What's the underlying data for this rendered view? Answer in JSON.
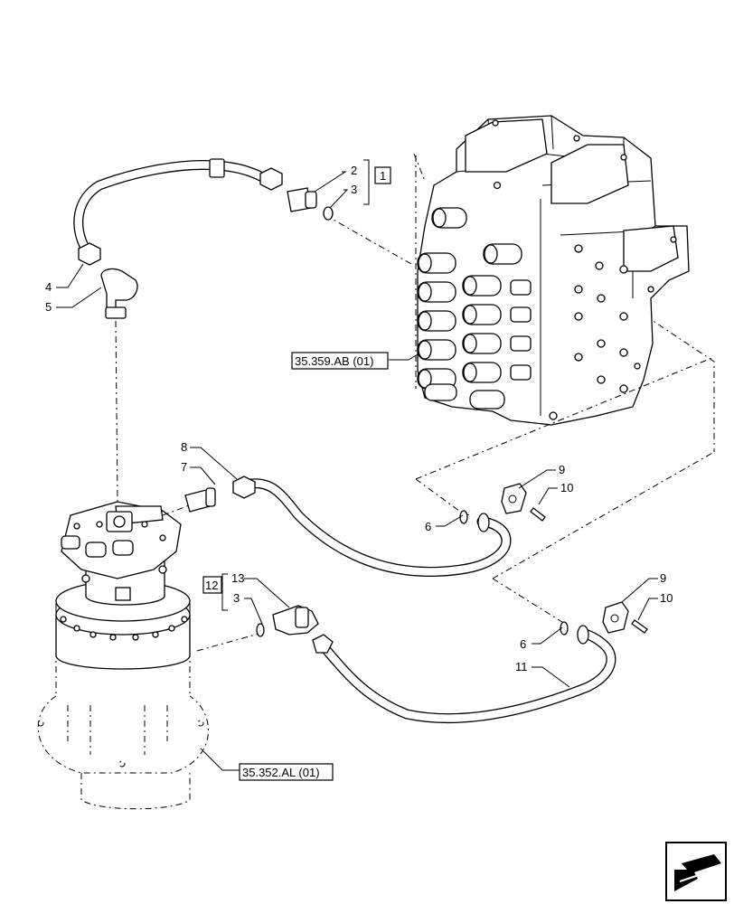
{
  "callouts": {
    "c1": "1",
    "c2": "2",
    "c3a": "3",
    "c3b": "3",
    "c4": "4",
    "c5": "5",
    "c6a": "6",
    "c6b": "6",
    "c7": "7",
    "c8": "8",
    "c9a": "9",
    "c9b": "9",
    "c10a": "10",
    "c10b": "10",
    "c11": "11",
    "c12": "12",
    "c13": "13"
  },
  "references": {
    "control_valve": "35.359.AB (01)",
    "swing_motor": "35.352.AL (01)"
  }
}
